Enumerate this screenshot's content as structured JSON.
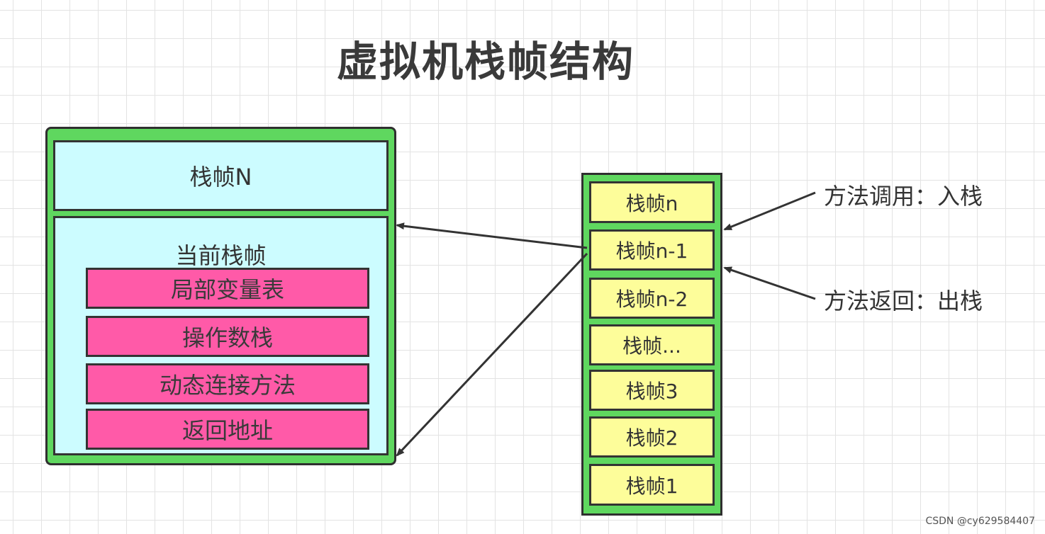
{
  "title": "虚拟机栈帧结构",
  "frame_detail": {
    "top_label": "栈帧N",
    "current_label": "当前栈帧",
    "parts": [
      "局部变量表",
      "操作数栈",
      "动态连接方法",
      "返回地址"
    ]
  },
  "stack": {
    "frames": [
      "栈帧n",
      "栈帧n-1",
      "栈帧n-2",
      "栈帧...",
      "栈帧3",
      "栈帧2",
      "栈帧1"
    ]
  },
  "annotations": {
    "push": "方法调用：入栈",
    "pop": "方法返回：出栈"
  },
  "watermark": "CSDN @cy629584407",
  "colors": {
    "frame_green": "#5fd75f",
    "cyan": "#ccfcff",
    "pink": "#ff5aa8",
    "yellow": "#fdfd9a"
  }
}
